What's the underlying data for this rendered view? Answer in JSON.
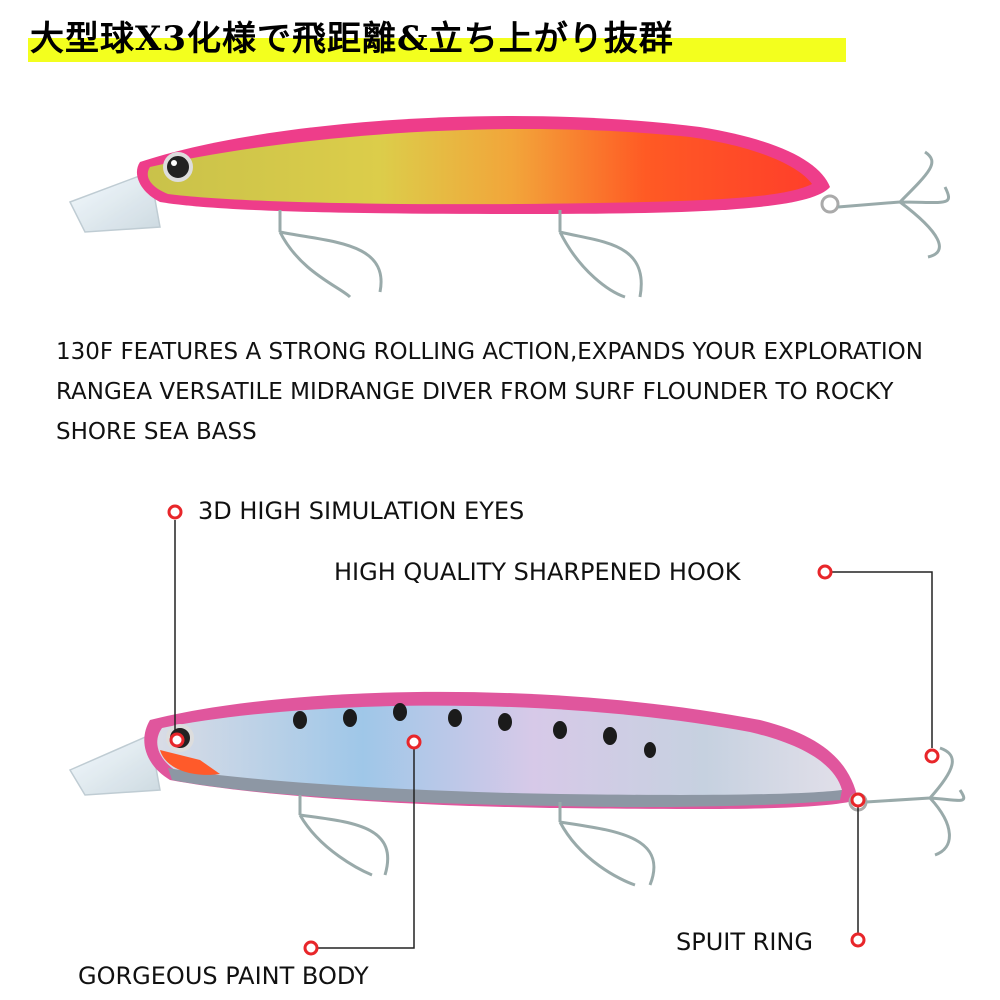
{
  "headline": "大型球X3化様で飛距離&立ち上がり抜群",
  "description": {
    "line1": "130F FEATURES A STRONG ROLLING ACTION,EXPANDS YOUR EXPLORATION",
    "line2": "RANGEA VERSATILE MIDRANGE DIVER FROM SURF FLOUNDER TO ROCKY",
    "line3": "SHORE SEA BASS"
  },
  "callouts": {
    "eyes": "3D HIGH SIMULATION EYES",
    "hook": "HIGH QUALITY SHARPENED HOOK",
    "ring": "SPUIT RING",
    "body": "GORGEOUS PAINT BODY"
  },
  "colors": {
    "highlight": "#f3ff1e",
    "callout_dot": "#e8262a",
    "lure_top_pink": "#ee3d8a",
    "lure_top_gold": "#d8c548",
    "lure_top_orange": "#ff5a1f"
  }
}
